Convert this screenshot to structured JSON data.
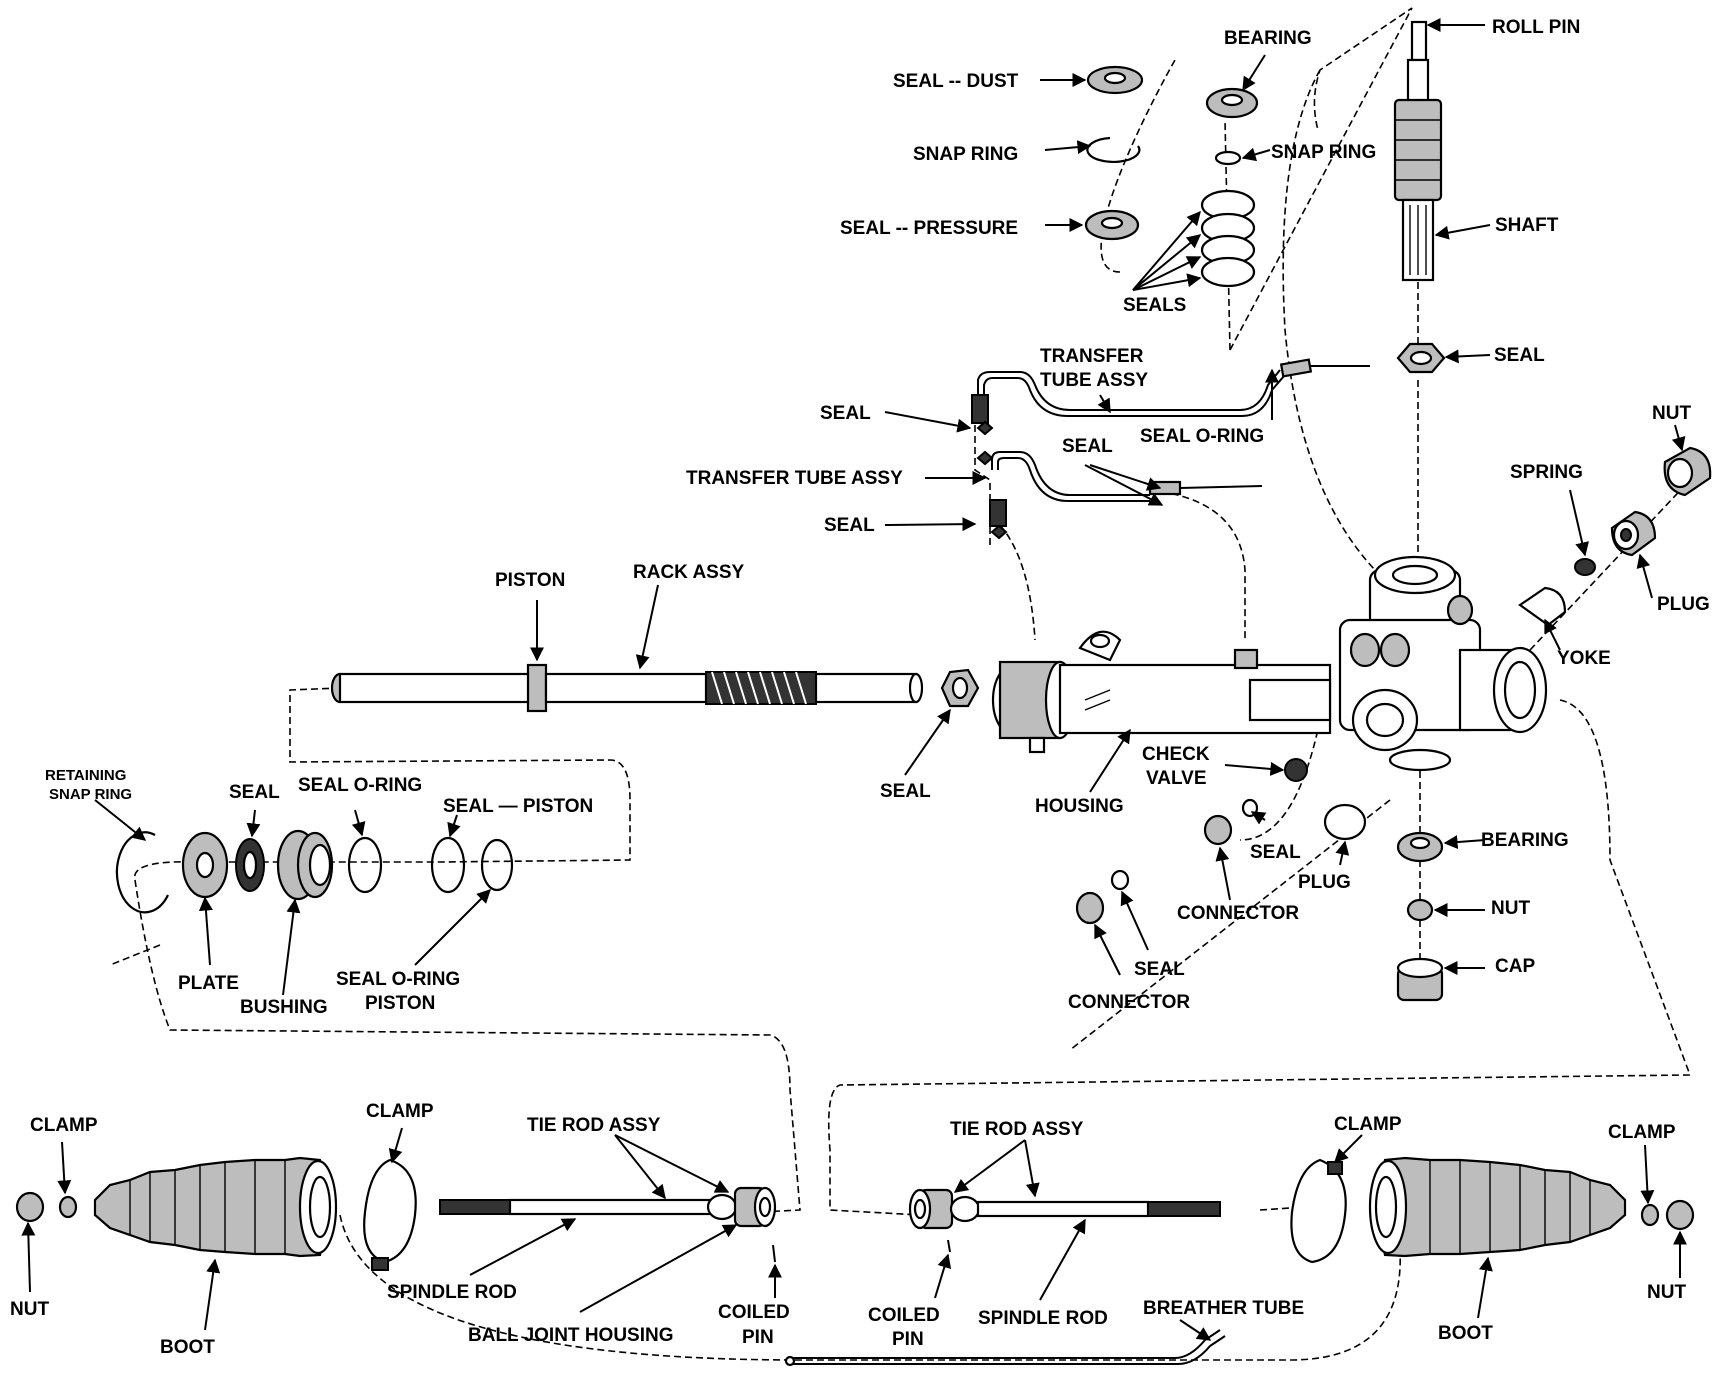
{
  "labels": {
    "bearing_top": "BEARING",
    "roll_pin": "ROLL PIN",
    "seal_dust": "SEAL -- DUST",
    "snap_ring_left": "SNAP RING",
    "snap_ring_right": "SNAP RING",
    "seal_pressure": "SEAL -- PRESSURE",
    "shaft": "SHAFT",
    "seals": "SEALS",
    "seal_pinion": "SEAL",
    "transfer_tube_assy_upper_1": "TRANSFER",
    "transfer_tube_assy_upper_2": "TUBE ASSY",
    "seal_upper_left": "SEAL",
    "seal_o_ring_upper": "SEAL O-RING",
    "nut_top_right": "NUT",
    "seal_mid": "SEAL",
    "transfer_tube_assy_lower": "TRANSFER TUBE ASSY",
    "spring": "SPRING",
    "seal_lower_left": "SEAL",
    "piston": "PISTON",
    "rack_assy": "RACK ASSY",
    "plug_right": "PLUG",
    "yoke": "YOKE",
    "retaining_snap_ring_1": "RETAINING",
    "retaining_snap_ring_2": "SNAP RING",
    "seal_small": "SEAL",
    "seal_o_ring_small": "SEAL O-RING",
    "check_valve_1": "CHECK",
    "check_valve_2": "VALVE",
    "seal_rack": "SEAL",
    "housing": "HOUSING",
    "seal_piston": "SEAL — PISTON",
    "bearing_lower": "BEARING",
    "seal_connector_upper": "SEAL",
    "plug_lower": "PLUG",
    "connector_upper": "CONNECTOR",
    "nut_lower": "NUT",
    "plate": "PLATE",
    "seal_o_ring_piston_1": "SEAL O-RING",
    "seal_o_ring_piston_2": "PISTON",
    "bushing": "BUSHING",
    "cap": "CAP",
    "seal_connector_lower": "SEAL",
    "connector_lower": "CONNECTOR",
    "clamp_left_outer": "CLAMP",
    "clamp_left_inner": "CLAMP",
    "tie_rod_assy_left": "TIE ROD ASSY",
    "tie_rod_assy_right": "TIE ROD ASSY",
    "clamp_right_inner": "CLAMP",
    "clamp_right_outer": "CLAMP",
    "nut_left": "NUT",
    "boot_left": "BOOT",
    "spindle_rod_left": "SPINDLE ROD",
    "ball_joint_housing": "BALL JOINT HOUSING",
    "coiled_pin_left_1": "COILED",
    "coiled_pin_left_2": "PIN",
    "coiled_pin_right_1": "COILED",
    "coiled_pin_right_2": "PIN",
    "spindle_rod_right": "SPINDLE ROD",
    "breather_tube": "BREATHER TUBE",
    "boot_right": "BOOT",
    "nut_right": "NUT"
  }
}
